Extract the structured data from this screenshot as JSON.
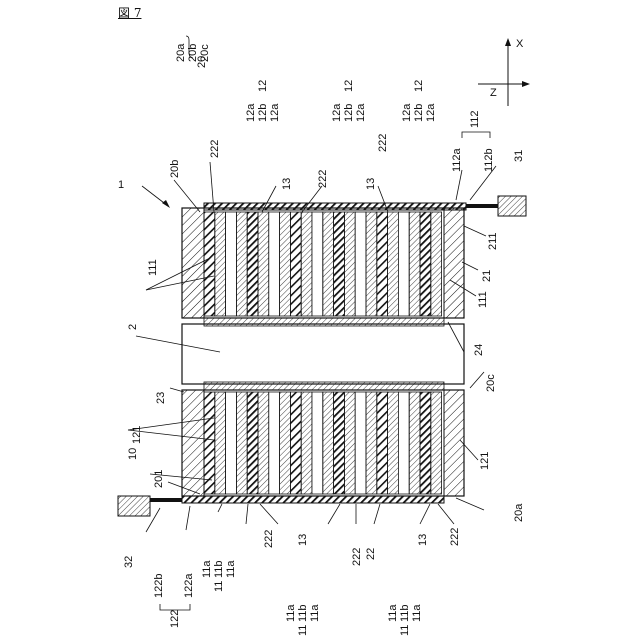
{
  "figure_title": "図 7",
  "axes": {
    "x": "X",
    "z": "Z"
  },
  "legend": {
    "group": "20",
    "items": [
      "20a",
      "20b",
      "20c"
    ],
    "sub_12": {
      "group": "12",
      "items": [
        "12a",
        "12b",
        "12a"
      ]
    },
    "sub_112": {
      "group": "112",
      "items": [
        "112a",
        "112b"
      ]
    },
    "sub_11": {
      "group": "11",
      "items": [
        "11a",
        "11b",
        "11a"
      ]
    },
    "sub_122": {
      "group": "122",
      "items": [
        "122b",
        "122a"
      ]
    }
  },
  "labels": {
    "l1": "1",
    "l2": "2",
    "l10": "10",
    "l13a": "13",
    "l13b": "13",
    "l13c": "13",
    "l13d": "13",
    "l20a": "20a",
    "l20b": "20b",
    "l20c": "20c",
    "l21": "21",
    "l22": "22",
    "l23": "23",
    "l24": "24",
    "l31": "31",
    "l32": "32",
    "l111a": "111",
    "l111b": "111",
    "l121a": "121",
    "l121b": "121",
    "l201": "201",
    "l211": "211",
    "l222a": "222",
    "l222b": "222",
    "l222c": "222",
    "l222d": "222",
    "l222e": "222",
    "l222f": "222"
  }
}
